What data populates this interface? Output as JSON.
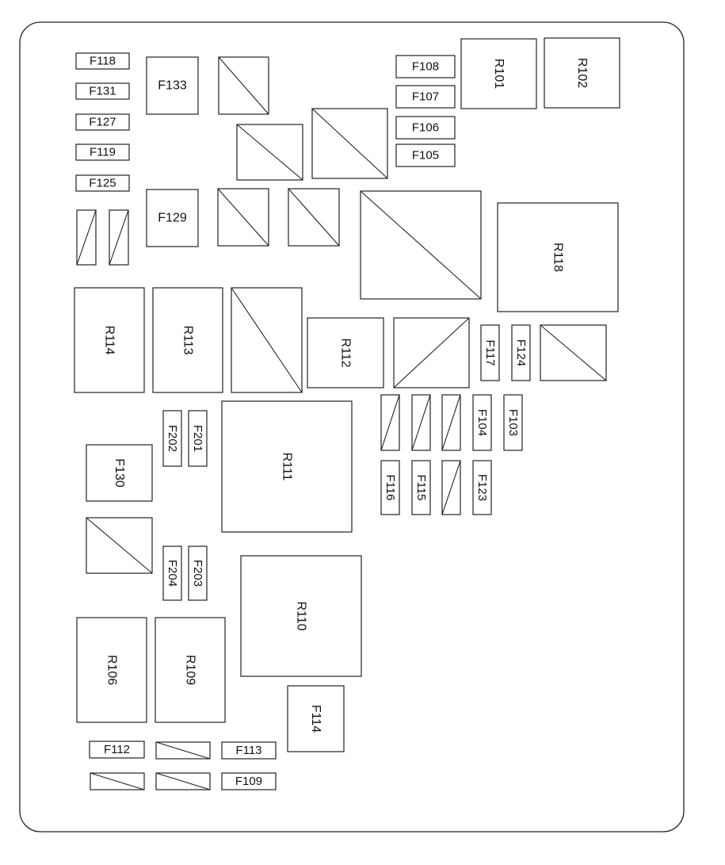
{
  "diagram": {
    "colors": {
      "stroke": "#222222",
      "fill": "#ffffff",
      "text": "#111111"
    },
    "components": [
      {
        "id": "F118",
        "label": "F118",
        "kind": "fuse"
      },
      {
        "id": "F131",
        "label": "F131",
        "kind": "fuse"
      },
      {
        "id": "F127",
        "label": "F127",
        "kind": "fuse"
      },
      {
        "id": "F119",
        "label": "F119",
        "kind": "fuse"
      },
      {
        "id": "F125",
        "label": "F125",
        "kind": "fuse"
      },
      {
        "id": "F133",
        "label": "F133",
        "kind": "fuse"
      },
      {
        "id": "F129",
        "label": "F129",
        "kind": "fuse"
      },
      {
        "id": "F108",
        "label": "F108",
        "kind": "fuse"
      },
      {
        "id": "F107",
        "label": "F107",
        "kind": "fuse"
      },
      {
        "id": "F106",
        "label": "F106",
        "kind": "fuse"
      },
      {
        "id": "F105",
        "label": "F105",
        "kind": "fuse"
      },
      {
        "id": "R101",
        "label": "R101",
        "kind": "relay"
      },
      {
        "id": "R102",
        "label": "R102",
        "kind": "relay"
      },
      {
        "id": "R118",
        "label": "R118",
        "kind": "relay"
      },
      {
        "id": "R114",
        "label": "R114",
        "kind": "relay"
      },
      {
        "id": "R113",
        "label": "R113",
        "kind": "relay"
      },
      {
        "id": "R112",
        "label": "R112",
        "kind": "relay"
      },
      {
        "id": "F117",
        "label": "F117",
        "kind": "fuse"
      },
      {
        "id": "F124",
        "label": "F124",
        "kind": "fuse"
      },
      {
        "id": "F202",
        "label": "F202",
        "kind": "fuse"
      },
      {
        "id": "F201",
        "label": "F201",
        "kind": "fuse"
      },
      {
        "id": "R111",
        "label": "R111",
        "kind": "relay"
      },
      {
        "id": "F104",
        "label": "F104",
        "kind": "fuse"
      },
      {
        "id": "F103",
        "label": "F103",
        "kind": "fuse"
      },
      {
        "id": "F130",
        "label": "F130",
        "kind": "fuse"
      },
      {
        "id": "F116",
        "label": "F116",
        "kind": "fuse"
      },
      {
        "id": "F115",
        "label": "F115",
        "kind": "fuse"
      },
      {
        "id": "F123",
        "label": "F123",
        "kind": "fuse"
      },
      {
        "id": "F204",
        "label": "F204",
        "kind": "fuse"
      },
      {
        "id": "F203",
        "label": "F203",
        "kind": "fuse"
      },
      {
        "id": "R110",
        "label": "R110",
        "kind": "relay"
      },
      {
        "id": "R106",
        "label": "R106",
        "kind": "relay"
      },
      {
        "id": "R109",
        "label": "R109",
        "kind": "relay"
      },
      {
        "id": "F114",
        "label": "F114",
        "kind": "fuse"
      },
      {
        "id": "F112",
        "label": "F112",
        "kind": "fuse"
      },
      {
        "id": "F113",
        "label": "F113",
        "kind": "fuse"
      },
      {
        "id": "F109",
        "label": "F109",
        "kind": "fuse"
      }
    ]
  }
}
